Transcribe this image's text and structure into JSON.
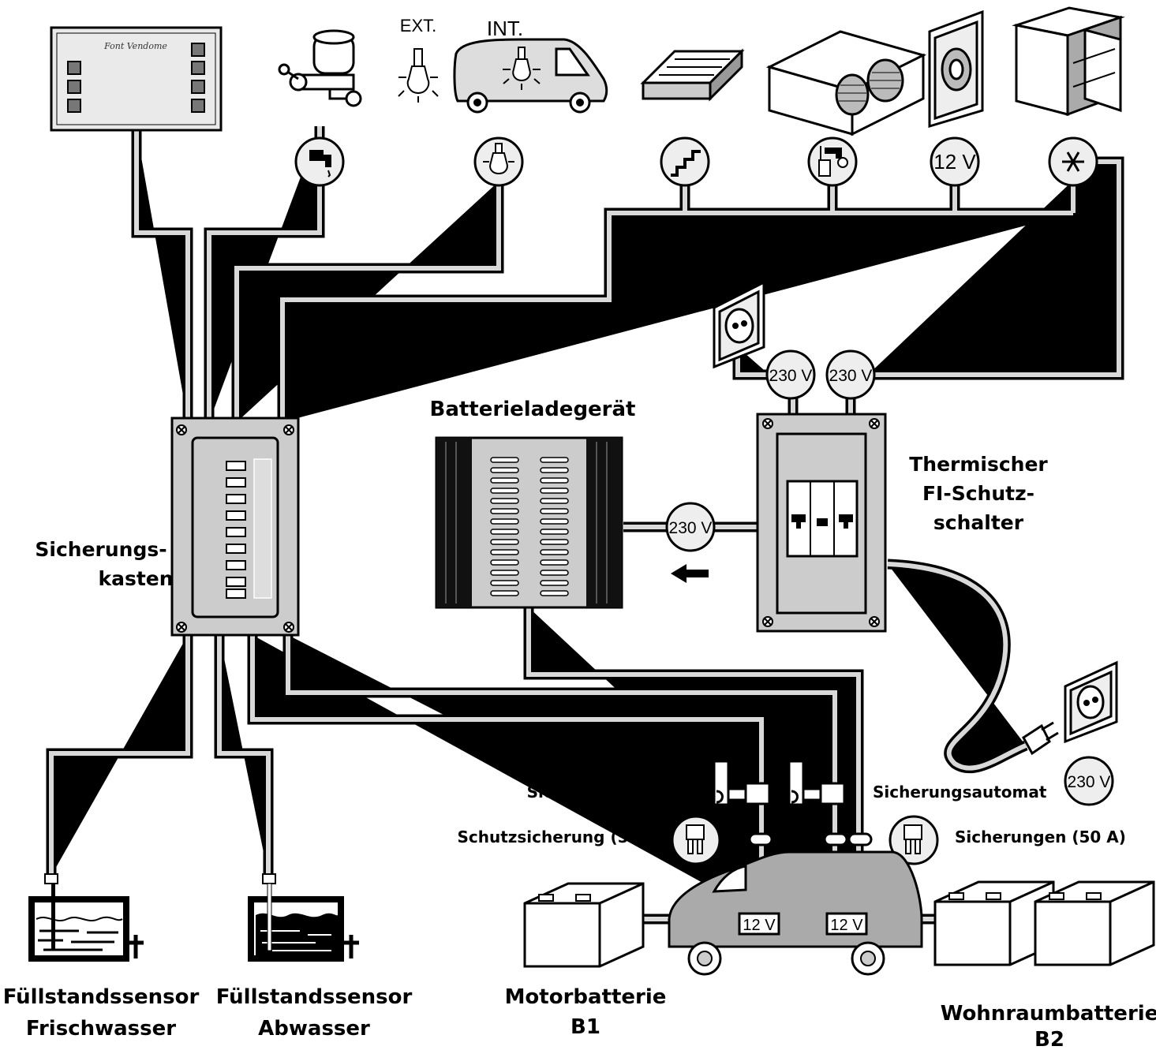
{
  "labels": {
    "fuse_box": [
      "Sicherungs-",
      "kasten"
    ],
    "charger": "Batterieladegerät",
    "rcd": [
      "Thermischer",
      "FI-Schutz-",
      "schalter"
    ],
    "ext": "EXT.",
    "int": "INT.",
    "cb_left": "Sicherungsautomat",
    "cb_right": "Sicherungsautomat",
    "fuse_left": "Schutzsicherung (50 A)",
    "fuse_right": "Sicherungen (50 A)",
    "sensor_fresh": [
      "Füllstandssensor",
      "Frischwasser"
    ],
    "sensor_waste": [
      "Füllstandssensor",
      "Abwasser"
    ],
    "motor_battery": [
      "Motorbatterie",
      "B1"
    ],
    "living_battery": [
      "Wohnraumbatterie",
      "B2"
    ],
    "panel_brand": "Font Vendome"
  },
  "badges": {
    "v230_a": "230 V",
    "v230_b": "230 V",
    "v230_charger": "230 V",
    "v230_plug": "230 V",
    "v12_top": "12 V",
    "v12_left": "12 V",
    "v12_right": "12 V"
  },
  "icons": {
    "pump": "water-tap-icon",
    "light": "light-bulb-icon",
    "step": "stairs-icon",
    "boiler": "boiler-icon",
    "socket12": "12v-socket-icon",
    "fridge": "snowflake-icon"
  }
}
